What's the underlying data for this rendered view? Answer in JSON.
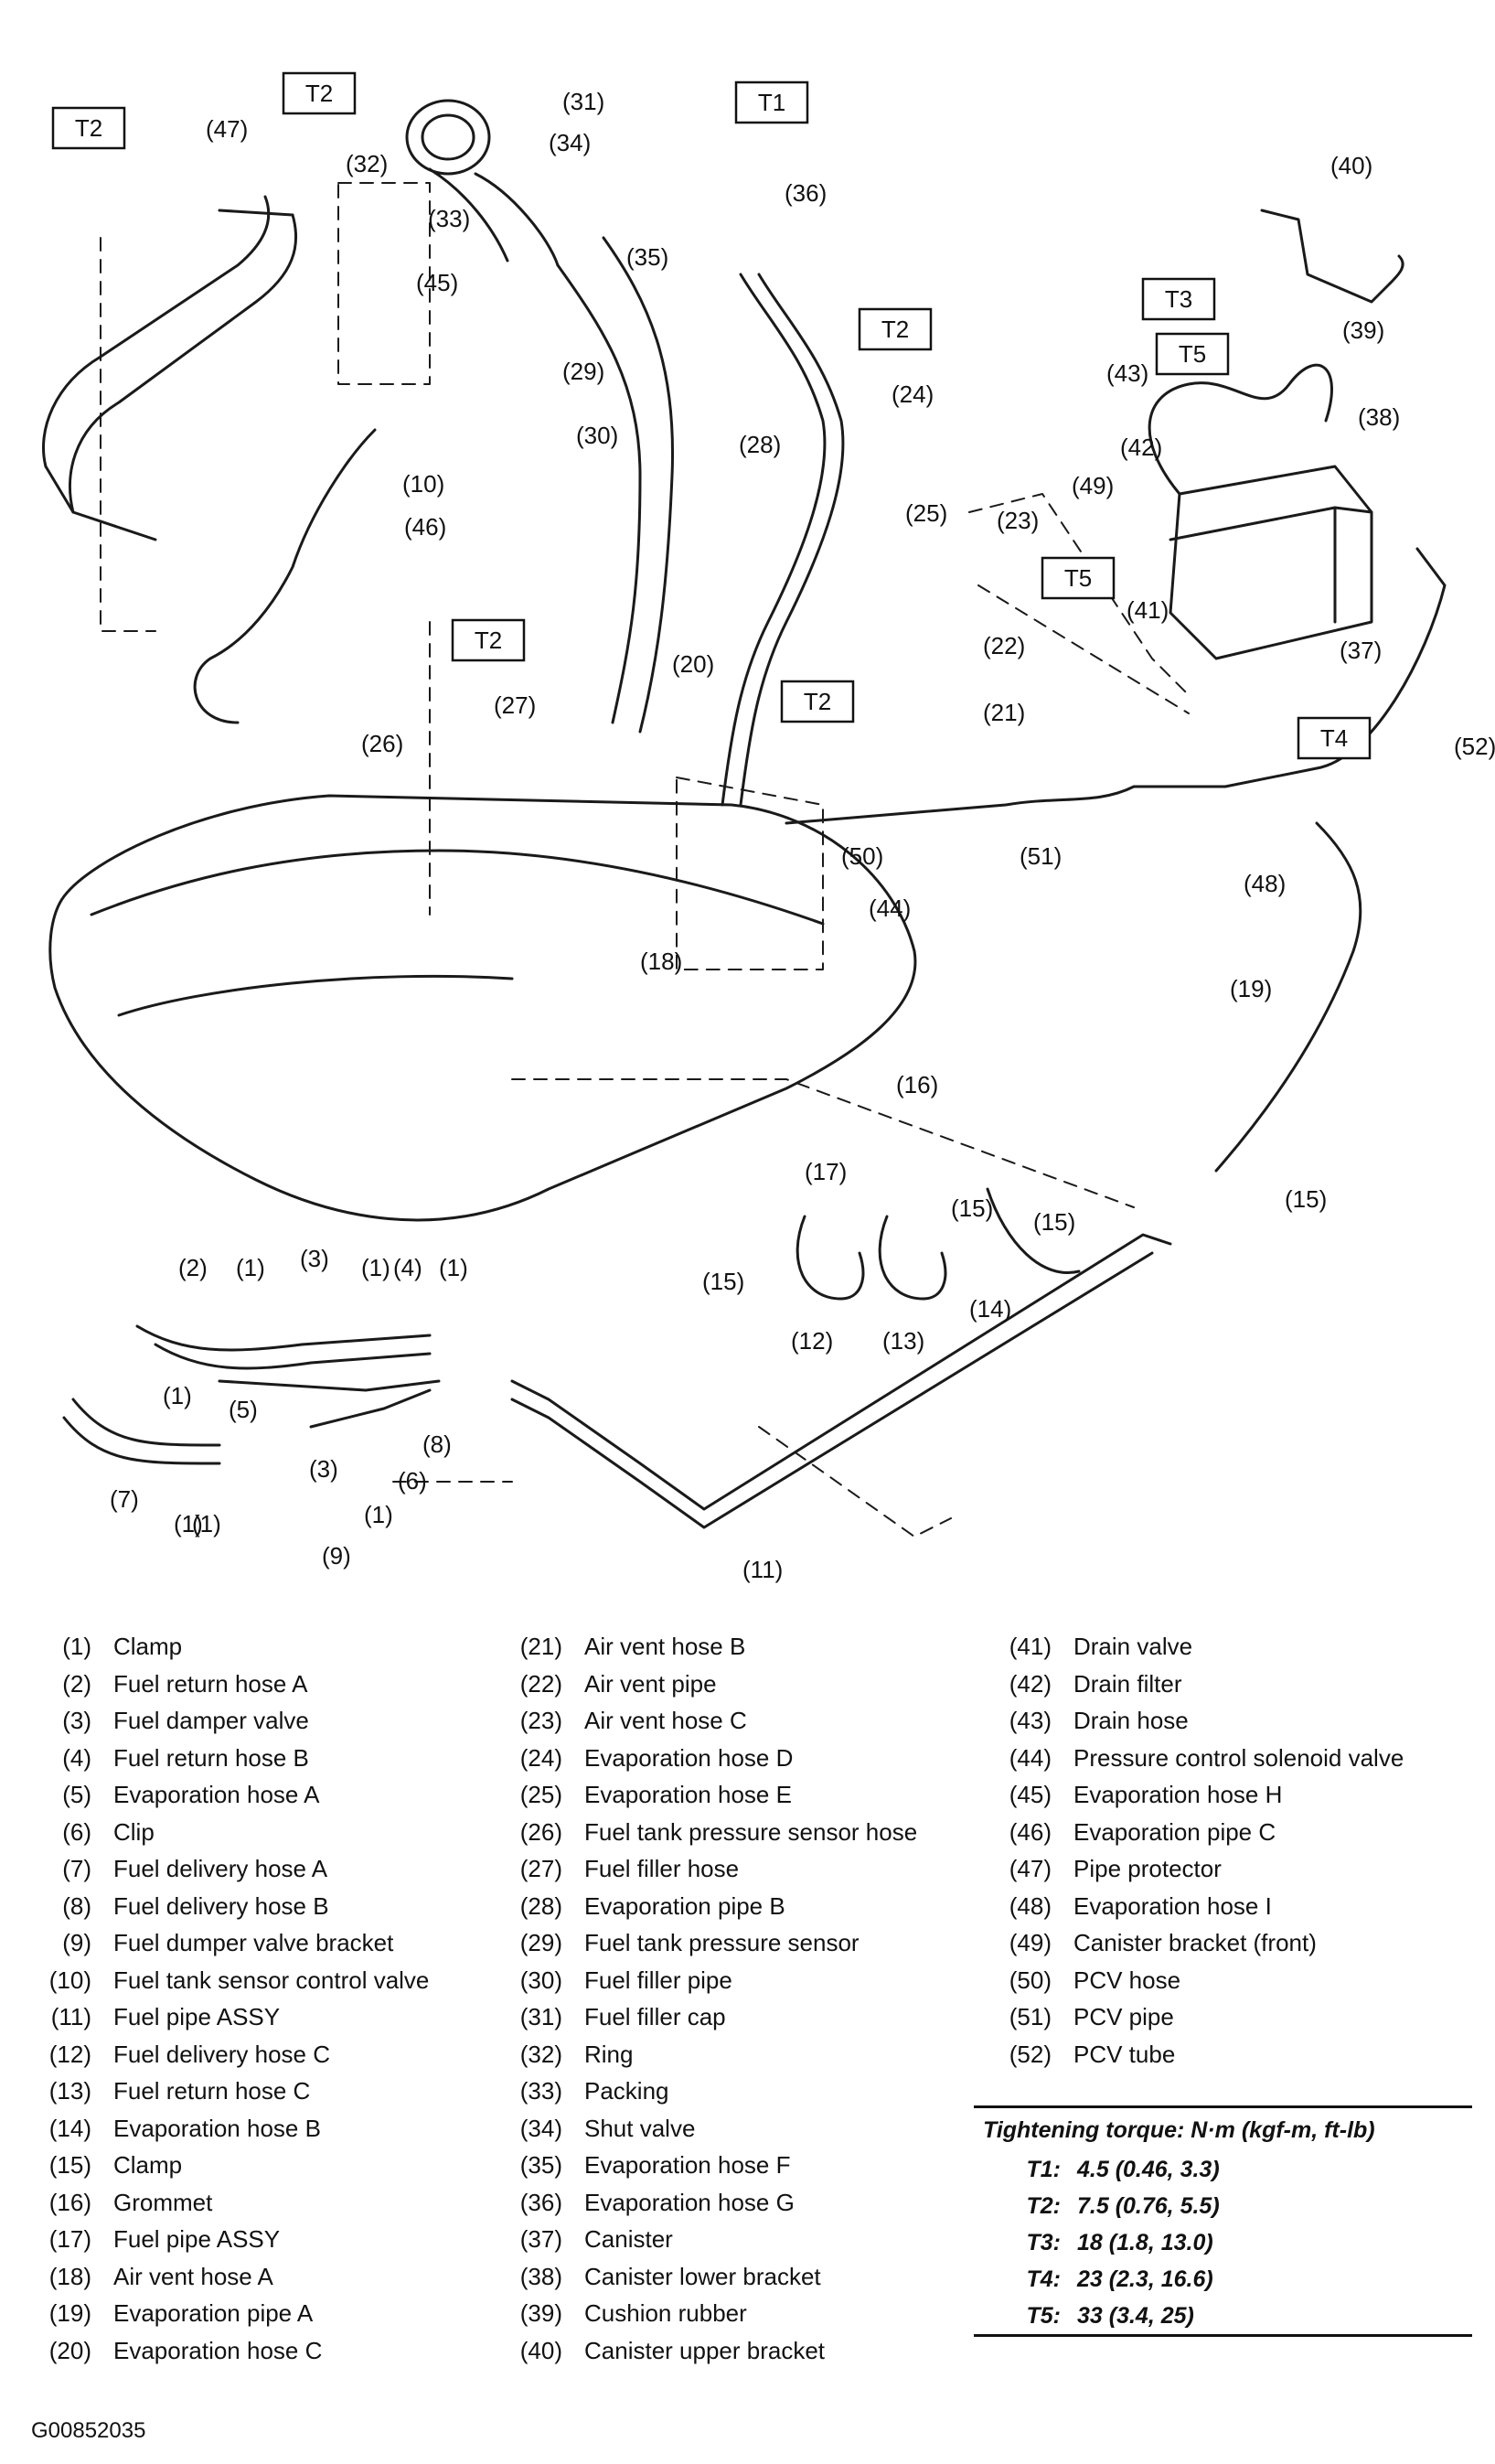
{
  "diagram": {
    "callouts": [
      {
        "id": "c1a",
        "text": "(1)"
      },
      {
        "id": "c1b",
        "text": "(1)"
      },
      {
        "id": "c1c",
        "text": "(1)"
      },
      {
        "id": "c1d",
        "text": "(1)"
      },
      {
        "id": "c1e",
        "text": "(1)"
      },
      {
        "id": "c1f",
        "text": "(1)"
      },
      {
        "id": "c1g",
        "text": "(1)"
      },
      {
        "id": "c2",
        "text": "(2)"
      },
      {
        "id": "c3a",
        "text": "(3)"
      },
      {
        "id": "c3b",
        "text": "(3)"
      },
      {
        "id": "c4",
        "text": "(4)"
      },
      {
        "id": "c5",
        "text": "(5)"
      },
      {
        "id": "c6",
        "text": "(6)"
      },
      {
        "id": "c7",
        "text": "(7)"
      },
      {
        "id": "c8",
        "text": "(8)"
      },
      {
        "id": "c9",
        "text": "(9)"
      },
      {
        "id": "c10",
        "text": "(10)"
      },
      {
        "id": "c11",
        "text": "(11)"
      },
      {
        "id": "c12",
        "text": "(12)"
      },
      {
        "id": "c13",
        "text": "(13)"
      },
      {
        "id": "c14",
        "text": "(14)"
      },
      {
        "id": "c15a",
        "text": "(15)"
      },
      {
        "id": "c15b",
        "text": "(15)"
      },
      {
        "id": "c15c",
        "text": "(15)"
      },
      {
        "id": "c15d",
        "text": "(15)"
      },
      {
        "id": "c16",
        "text": "(16)"
      },
      {
        "id": "c17",
        "text": "(17)"
      },
      {
        "id": "c18",
        "text": "(18)"
      },
      {
        "id": "c19",
        "text": "(19)"
      },
      {
        "id": "c20",
        "text": "(20)"
      },
      {
        "id": "c21",
        "text": "(21)"
      },
      {
        "id": "c22",
        "text": "(22)"
      },
      {
        "id": "c23",
        "text": "(23)"
      },
      {
        "id": "c24",
        "text": "(24)"
      },
      {
        "id": "c25",
        "text": "(25)"
      },
      {
        "id": "c26",
        "text": "(26)"
      },
      {
        "id": "c27",
        "text": "(27)"
      },
      {
        "id": "c28",
        "text": "(28)"
      },
      {
        "id": "c29",
        "text": "(29)"
      },
      {
        "id": "c30",
        "text": "(30)"
      },
      {
        "id": "c31",
        "text": "(31)"
      },
      {
        "id": "c32",
        "text": "(32)"
      },
      {
        "id": "c33",
        "text": "(33)"
      },
      {
        "id": "c34",
        "text": "(34)"
      },
      {
        "id": "c35",
        "text": "(35)"
      },
      {
        "id": "c36",
        "text": "(36)"
      },
      {
        "id": "c37",
        "text": "(37)"
      },
      {
        "id": "c38",
        "text": "(38)"
      },
      {
        "id": "c39",
        "text": "(39)"
      },
      {
        "id": "c40",
        "text": "(40)"
      },
      {
        "id": "c41",
        "text": "(41)"
      },
      {
        "id": "c42",
        "text": "(42)"
      },
      {
        "id": "c43",
        "text": "(43)"
      },
      {
        "id": "c44",
        "text": "(44)"
      },
      {
        "id": "c45",
        "text": "(45)"
      },
      {
        "id": "c46",
        "text": "(46)"
      },
      {
        "id": "c47",
        "text": "(47)"
      },
      {
        "id": "c48",
        "text": "(48)"
      },
      {
        "id": "c49",
        "text": "(49)"
      },
      {
        "id": "c50",
        "text": "(50)"
      },
      {
        "id": "c51",
        "text": "(51)"
      },
      {
        "id": "c52",
        "text": "(52)"
      }
    ],
    "torque_tags": [
      {
        "id": "tag-t1",
        "text": "T1"
      },
      {
        "id": "tag-t2a",
        "text": "T2"
      },
      {
        "id": "tag-t2b",
        "text": "T2"
      },
      {
        "id": "tag-t2c",
        "text": "T2"
      },
      {
        "id": "tag-t2d",
        "text": "T2"
      },
      {
        "id": "tag-t2e",
        "text": "T2"
      },
      {
        "id": "tag-t3",
        "text": "T3"
      },
      {
        "id": "tag-t4",
        "text": "T4"
      },
      {
        "id": "tag-t5a",
        "text": "T5"
      },
      {
        "id": "tag-t5b",
        "text": "T5"
      }
    ]
  },
  "parts_list": {
    "col1": [
      {
        "num": "(1)",
        "name": "Clamp"
      },
      {
        "num": "(2)",
        "name": "Fuel return hose A"
      },
      {
        "num": "(3)",
        "name": "Fuel damper valve"
      },
      {
        "num": "(4)",
        "name": "Fuel return hose B"
      },
      {
        "num": "(5)",
        "name": "Evaporation hose A"
      },
      {
        "num": "(6)",
        "name": "Clip"
      },
      {
        "num": "(7)",
        "name": "Fuel delivery hose A"
      },
      {
        "num": "(8)",
        "name": "Fuel delivery hose B"
      },
      {
        "num": "(9)",
        "name": "Fuel dumper valve bracket"
      },
      {
        "num": "(10)",
        "name": "Fuel tank sensor control valve"
      },
      {
        "num": "(11)",
        "name": "Fuel pipe ASSY"
      },
      {
        "num": "(12)",
        "name": "Fuel delivery hose C"
      },
      {
        "num": "(13)",
        "name": "Fuel return hose C"
      },
      {
        "num": "(14)",
        "name": "Evaporation hose B"
      },
      {
        "num": "(15)",
        "name": "Clamp"
      },
      {
        "num": "(16)",
        "name": "Grommet"
      },
      {
        "num": "(17)",
        "name": "Fuel pipe ASSY"
      },
      {
        "num": "(18)",
        "name": "Air vent hose A"
      },
      {
        "num": "(19)",
        "name": "Evaporation pipe A"
      },
      {
        "num": "(20)",
        "name": "Evaporation hose C"
      }
    ],
    "col2": [
      {
        "num": "(21)",
        "name": "Air vent hose B"
      },
      {
        "num": "(22)",
        "name": "Air vent pipe"
      },
      {
        "num": "(23)",
        "name": "Air vent hose C"
      },
      {
        "num": "(24)",
        "name": "Evaporation hose D"
      },
      {
        "num": "(25)",
        "name": "Evaporation hose E"
      },
      {
        "num": "(26)",
        "name": "Fuel tank pressure sensor hose"
      },
      {
        "num": "(27)",
        "name": "Fuel filler hose"
      },
      {
        "num": "(28)",
        "name": "Evaporation pipe B"
      },
      {
        "num": "(29)",
        "name": "Fuel tank pressure sensor"
      },
      {
        "num": "(30)",
        "name": "Fuel filler pipe"
      },
      {
        "num": "(31)",
        "name": "Fuel filler cap"
      },
      {
        "num": "(32)",
        "name": "Ring"
      },
      {
        "num": "(33)",
        "name": "Packing"
      },
      {
        "num": "(34)",
        "name": "Shut valve"
      },
      {
        "num": "(35)",
        "name": "Evaporation hose F"
      },
      {
        "num": "(36)",
        "name": "Evaporation hose G"
      },
      {
        "num": "(37)",
        "name": "Canister"
      },
      {
        "num": "(38)",
        "name": "Canister lower bracket"
      },
      {
        "num": "(39)",
        "name": "Cushion rubber"
      },
      {
        "num": "(40)",
        "name": "Canister upper bracket"
      }
    ],
    "col3": [
      {
        "num": "(41)",
        "name": "Drain valve"
      },
      {
        "num": "(42)",
        "name": "Drain filter"
      },
      {
        "num": "(43)",
        "name": "Drain hose"
      },
      {
        "num": "(44)",
        "name": "Pressure control solenoid valve"
      },
      {
        "num": "(45)",
        "name": "Evaporation hose H"
      },
      {
        "num": "(46)",
        "name": "Evaporation pipe C"
      },
      {
        "num": "(47)",
        "name": "Pipe protector"
      },
      {
        "num": "(48)",
        "name": "Evaporation hose I"
      },
      {
        "num": "(49)",
        "name": "Canister bracket (front)"
      },
      {
        "num": "(50)",
        "name": "PCV hose"
      },
      {
        "num": "(51)",
        "name": "PCV pipe"
      },
      {
        "num": "(52)",
        "name": "PCV tube"
      }
    ]
  },
  "torque": {
    "title": "Tightening torque: N·m (kgf-m, ft-lb)",
    "rows": [
      {
        "id": "T1:",
        "value": "4.5 (0.46, 3.3)"
      },
      {
        "id": "T2:",
        "value": "7.5 (0.76, 5.5)"
      },
      {
        "id": "T3:",
        "value": "18 (1.8, 13.0)"
      },
      {
        "id": "T4:",
        "value": "23 (2.3, 16.6)"
      },
      {
        "id": "T5:",
        "value": "33 (3.4, 25)"
      }
    ]
  },
  "figure_id": "G00852035"
}
